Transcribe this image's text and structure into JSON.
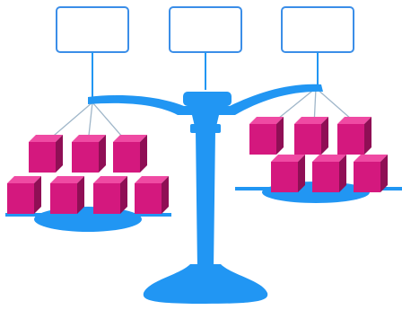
{
  "colors": {
    "scale_blue": "#2196f3",
    "scale_dark": "#1976d2",
    "label_border": "#3b8ee8",
    "string_gray": "#9fb6c9",
    "cube_front": "#d4187e",
    "cube_top": "#ef4aa3",
    "cube_side": "#8f0f55",
    "background": "#ffffff"
  },
  "diagram": {
    "type": "balance-scale",
    "label_boxes": [
      {
        "text": ""
      },
      {
        "text": ""
      },
      {
        "text": ""
      }
    ],
    "pans": [
      {
        "side": "left",
        "cube_count": 7
      },
      {
        "side": "right",
        "cube_count": 6
      }
    ]
  }
}
